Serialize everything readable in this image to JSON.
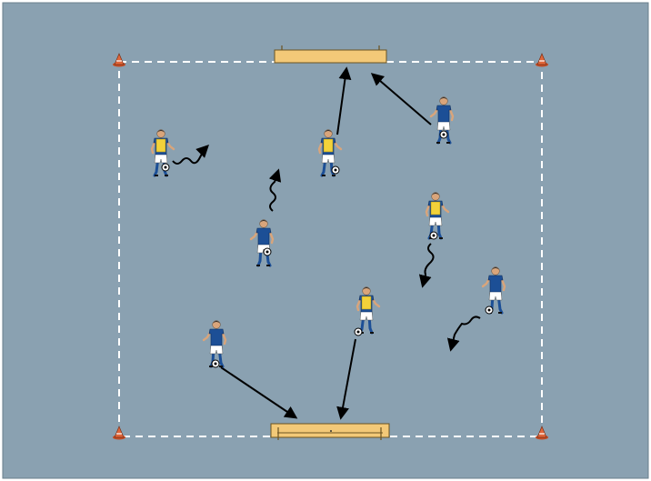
{
  "colors": {
    "pitch": "#8aa1b1",
    "frame": "#6a7f8c",
    "line": "#ffffff",
    "arrow": "#000000",
    "goal_fill": "#f3c978",
    "goal_stroke": "#6b5321",
    "team_blue_shirt": "#1c4f96",
    "bib_yellow": "#f2d23a",
    "shorts": "#ffffff",
    "skin": "#d9a57b",
    "hair": "#2a2a2a",
    "cone": "#e0663a"
  },
  "icons": {
    "cone": "cone-icon",
    "goal": "mini-goal-icon",
    "player": "player-icon",
    "ball": "ball-icon"
  },
  "players": [
    {
      "team": "yellow-bib",
      "id": "p1"
    },
    {
      "team": "yellow-bib",
      "id": "p2"
    },
    {
      "team": "blue",
      "id": "p3"
    },
    {
      "team": "blue",
      "id": "p4"
    },
    {
      "team": "yellow-bib",
      "id": "p5"
    },
    {
      "team": "blue",
      "id": "p6"
    },
    {
      "team": "yellow-bib",
      "id": "p7"
    },
    {
      "team": "blue",
      "id": "p8"
    }
  ],
  "movements": [
    {
      "kind": "dribble",
      "from": "p1"
    },
    {
      "kind": "dribble",
      "from": "p3"
    },
    {
      "kind": "pass",
      "from": "p2",
      "to": "top-goal"
    },
    {
      "kind": "pass",
      "from": "p4",
      "to": "top-goal"
    },
    {
      "kind": "dribble",
      "from": "p5"
    },
    {
      "kind": "dribble",
      "from": "p6"
    },
    {
      "kind": "pass",
      "from": "p7",
      "to": "bottom-goal"
    },
    {
      "kind": "pass",
      "from": "p8",
      "to": "bottom-goal"
    }
  ]
}
